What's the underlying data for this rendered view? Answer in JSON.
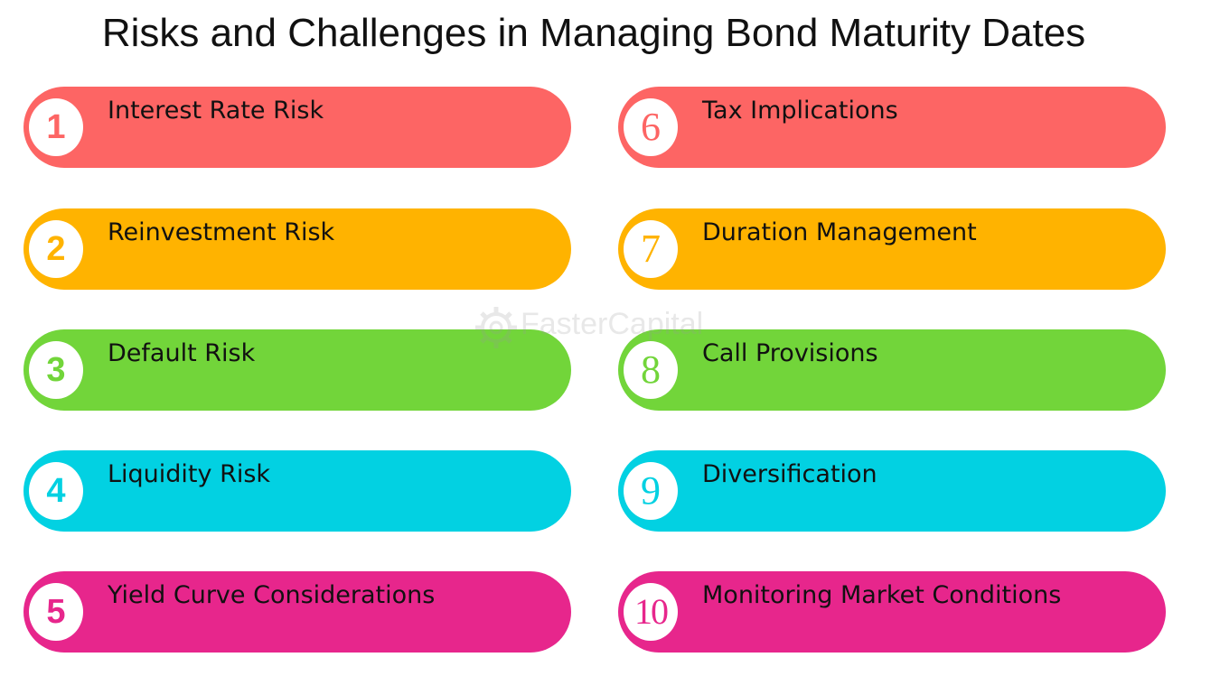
{
  "title": "Risks and Challenges in Managing Bond Maturity Dates",
  "watermark": "FasterCapital",
  "items": [
    {
      "number": "1",
      "label": "Interest Rate Risk",
      "color": "#fd6564"
    },
    {
      "number": "2",
      "label": "Reinvestment Risk",
      "color": "#ffb300"
    },
    {
      "number": "3",
      "label": "Default Risk",
      "color": "#72d53a"
    },
    {
      "number": "4",
      "label": "Liquidity Risk",
      "color": "#02d1e2"
    },
    {
      "number": "5",
      "label": "Yield Curve Considerations",
      "color": "#e7268c"
    },
    {
      "number": "6",
      "label": "Tax Implications",
      "color": "#fd6564"
    },
    {
      "number": "7",
      "label": "Duration Management",
      "color": "#ffb300"
    },
    {
      "number": "8",
      "label": "Call Provisions",
      "color": "#72d53a"
    },
    {
      "number": "9",
      "label": "Diversification",
      "color": "#02d1e2"
    },
    {
      "number": "10",
      "label": "Monitoring Market Conditions",
      "color": "#e7268c"
    }
  ]
}
